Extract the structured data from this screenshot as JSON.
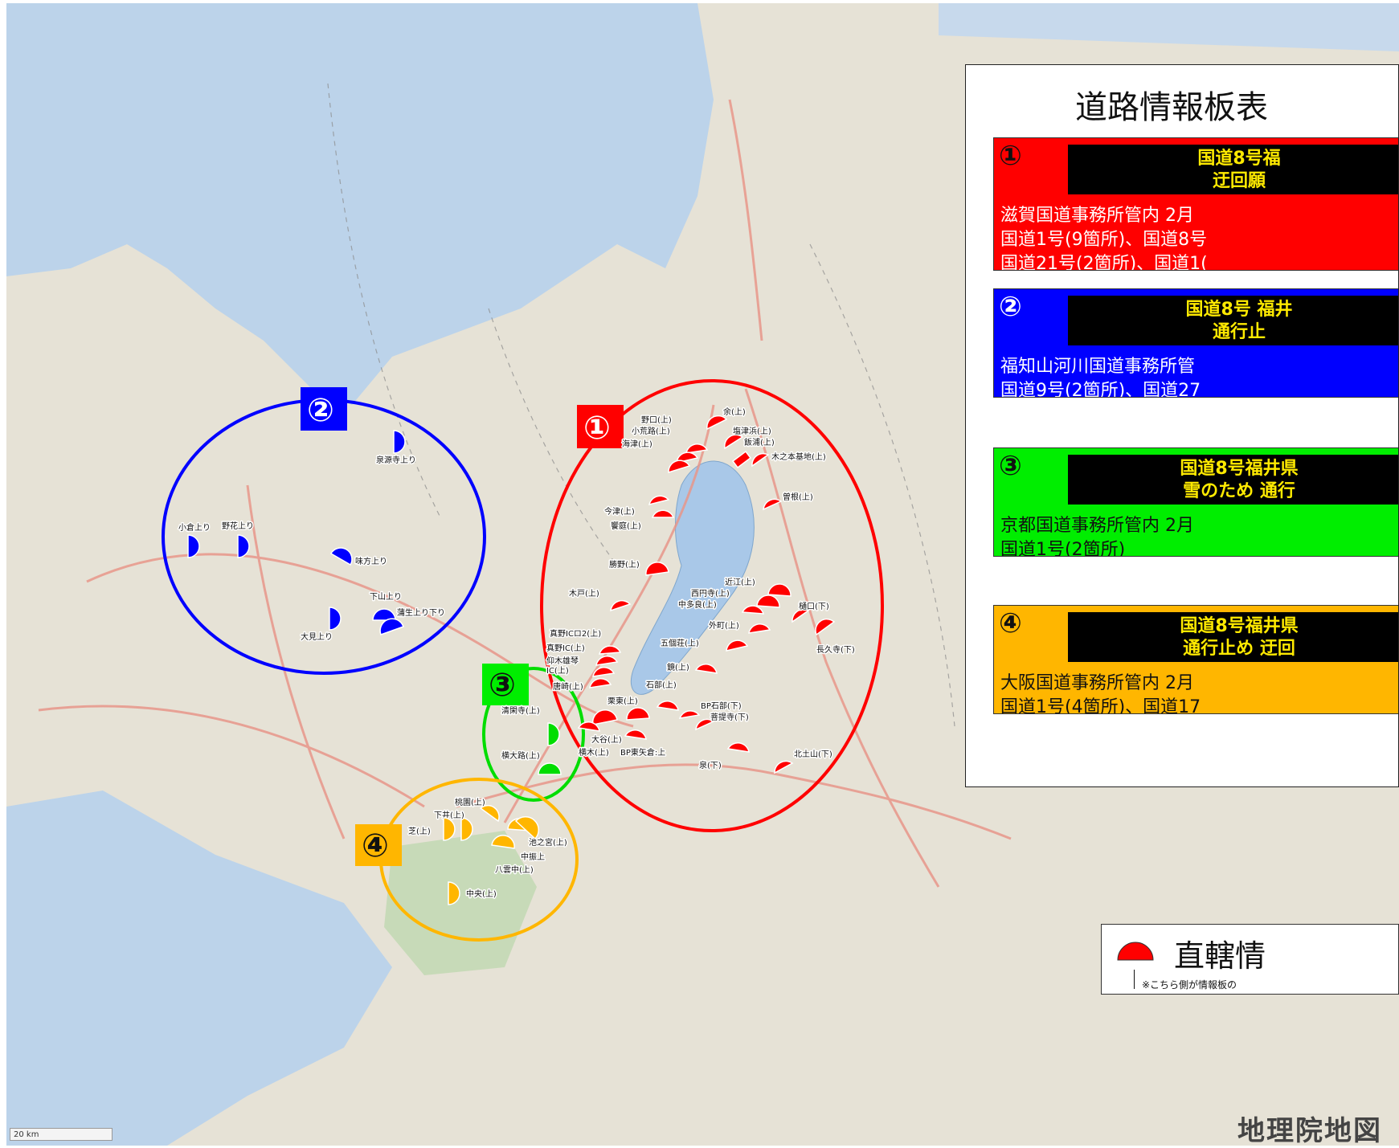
{
  "panel": {
    "title": "道路情報板表",
    "sections": [
      {
        "num": "①",
        "header_line1": "国道8号福",
        "header_line2": "迂回願",
        "body_lines": [
          "滋賀国道事務所管内 2月",
          "国道1号(9箇所)、国道8号",
          "国道21号(2箇所)、国道1("
        ]
      },
      {
        "num": "②",
        "header_line1": "国道8号 福井",
        "header_line2": "通行止",
        "body_lines": [
          "福知山河川国道事務所管",
          "国道9号(2箇所)、国道27"
        ]
      },
      {
        "num": "③",
        "header_line1": "国道8号福井県",
        "header_line2": "雪のため 通行",
        "body_lines": [
          "京都国道事務所管内 2月",
          "国道1号(2箇所)"
        ]
      },
      {
        "num": "④",
        "header_line1": "国道8号福井県",
        "header_line2": "通行止め 迂回",
        "body_lines": [
          "大阪国道事務所管内 2月",
          "国道1号(4箇所)、国道17"
        ]
      }
    ]
  },
  "legend": {
    "text": "直轄情",
    "note": "※こちら側が情報板の"
  },
  "scale_label": "20 km",
  "brand": "地理院地図",
  "regions": [
    {
      "label": "②",
      "color": "#0000ff",
      "text_class": ""
    },
    {
      "label": "①",
      "color": "#ff0000",
      "text_class": ""
    },
    {
      "label": "③",
      "color": "#00ee00",
      "text_class": "dark"
    },
    {
      "label": "④",
      "color": "#ffb600",
      "text_class": "dark"
    }
  ],
  "markers": {
    "blue": [
      "泉源寺上り",
      "小倉上り",
      "野花上り",
      "味方上り",
      "大見上り",
      "下山上り",
      "蒲生上り下り"
    ],
    "red": [
      "余(上)",
      "塩津浜(上)",
      "飯浦(上)",
      "野口(上)",
      "小荒路(上)",
      "海津(上)",
      "木之本基地(上)",
      "曽根(上)",
      "今津(上)",
      "饗庭(上)",
      "勝野(上)",
      "木戸(上)",
      "近江(上)",
      "西円寺(上)",
      "中多良(上)",
      "樋口(下)",
      "外町(上)",
      "長久寺(下)",
      "五個荘(上)",
      "真野ICロ2(上)",
      "真野IC(上)",
      "仰木雄琴",
      "IC(上)",
      "鏡(上)",
      "唐崎(上)",
      "石部(上)",
      "栗東(上)",
      "BP石部(下)",
      "菩提寺(下)",
      "大谷(上)",
      "横木(上)",
      "BP東矢倉:上",
      "泉(下)",
      "北土山(下)"
    ],
    "green": [
      "清閑寺(上)",
      "横大路(上)"
    ],
    "orange": [
      "桃園(上)",
      "下井(上)",
      "芝(上)",
      "池之宮(上)",
      "中振上",
      "八雲中(上)",
      "中央(上)"
    ]
  }
}
